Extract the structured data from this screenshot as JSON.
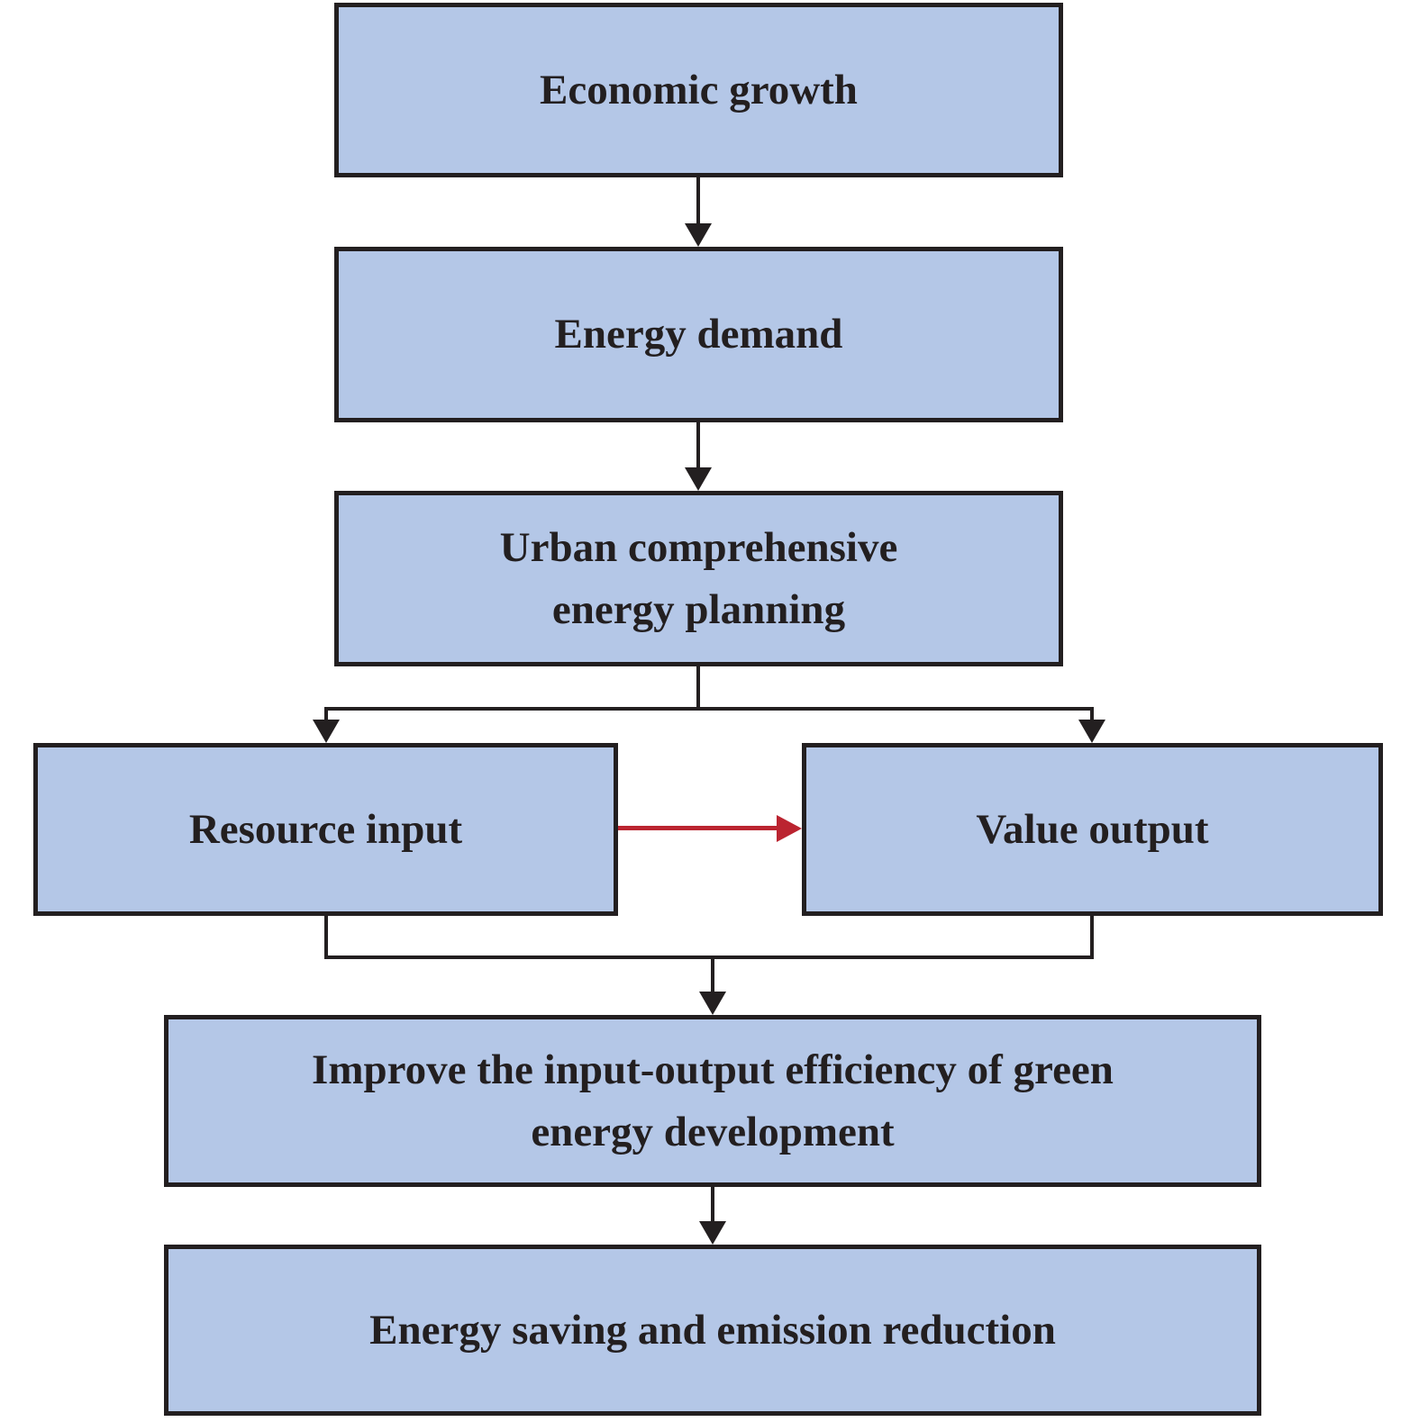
{
  "diagram": {
    "nodes": {
      "economic_growth": "Economic growth",
      "energy_demand": "Energy demand",
      "urban_planning": "Urban comprehensive\nenergy planning",
      "resource_input": "Resource input",
      "value_output": "Value output",
      "efficiency": "Improve the input-output efficiency of green\nenergy development",
      "energy_saving": "Energy saving and emission reduction"
    },
    "edges": [
      {
        "from": "Economic growth",
        "to": "Energy demand",
        "style": "black-arrow"
      },
      {
        "from": "Energy demand",
        "to": "Urban comprehensive energy planning",
        "style": "black-arrow"
      },
      {
        "from": "Urban comprehensive energy planning",
        "to": "Resource input",
        "style": "black-arrow"
      },
      {
        "from": "Urban comprehensive energy planning",
        "to": "Value output",
        "style": "black-arrow"
      },
      {
        "from": "Resource input",
        "to": "Value output",
        "style": "red-arrow"
      },
      {
        "from": "Resource input",
        "to": "Improve the input-output efficiency of green energy development",
        "style": "black-arrow"
      },
      {
        "from": "Value output",
        "to": "Improve the input-output efficiency of green energy development",
        "style": "black-arrow"
      },
      {
        "from": "Improve the input-output efficiency of green energy development",
        "to": "Energy saving and emission reduction",
        "style": "black-arrow"
      }
    ],
    "colors": {
      "node_fill": "#B4C7E7",
      "node_border": "#231F20",
      "connector": "#231F20",
      "highlight_arrow": "#BB2430",
      "text_color": "#231F20"
    }
  }
}
